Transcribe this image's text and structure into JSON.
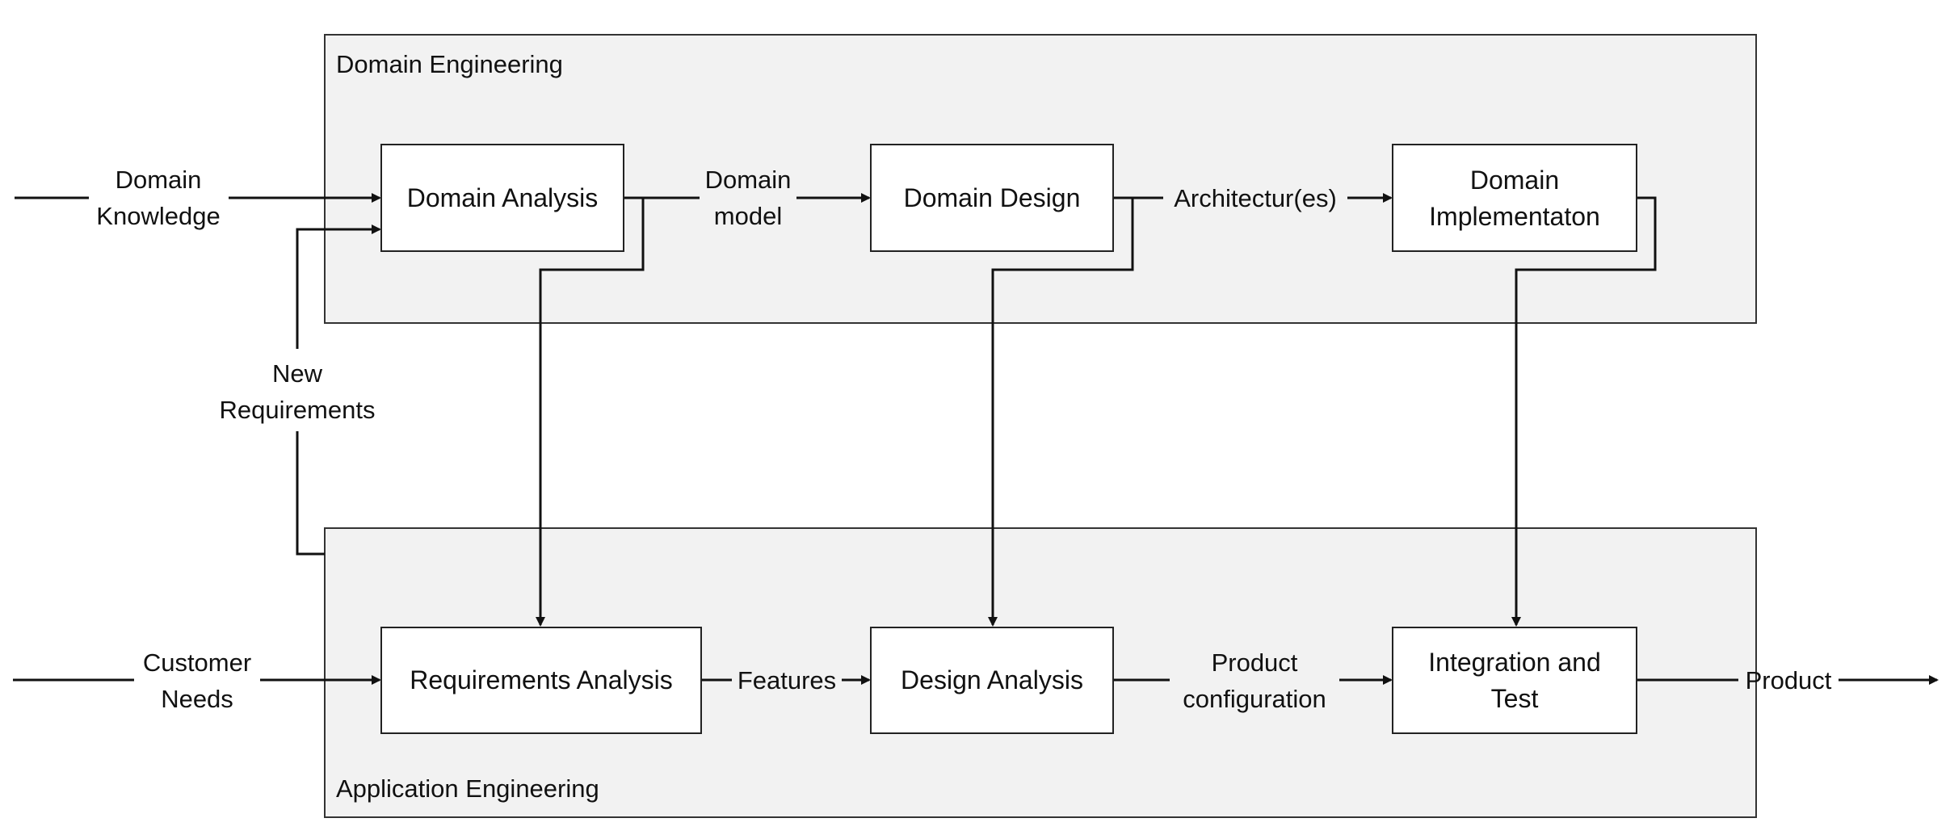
{
  "regions": {
    "domain_engineering": "Domain Engineering",
    "application_engineering": "Application Engineering"
  },
  "boxes": {
    "domain_analysis": [
      "Domain Analysis"
    ],
    "domain_design": [
      "Domain Design"
    ],
    "domain_implementation": [
      "Domain",
      "Implementaton"
    ],
    "requirements_analysis": [
      "Requirements Analysis"
    ],
    "design_analysis": [
      "Design Analysis"
    ],
    "integration_test": [
      "Integration and",
      "Test"
    ]
  },
  "flows": {
    "domain_knowledge": [
      "Domain",
      "Knowledge"
    ],
    "domain_model": [
      "Domain",
      "model"
    ],
    "architectures": [
      "Architectur(es)"
    ],
    "new_requirements": [
      "New",
      "Requirements"
    ],
    "customer_needs": [
      "Customer",
      "Needs"
    ],
    "features": [
      "Features"
    ],
    "product_configuration": [
      "Product",
      "configuration"
    ],
    "product": [
      "Product"
    ]
  },
  "colors": {
    "region_fill": "#f2f2f2",
    "line": "#111111",
    "box_fill": "#ffffff"
  }
}
